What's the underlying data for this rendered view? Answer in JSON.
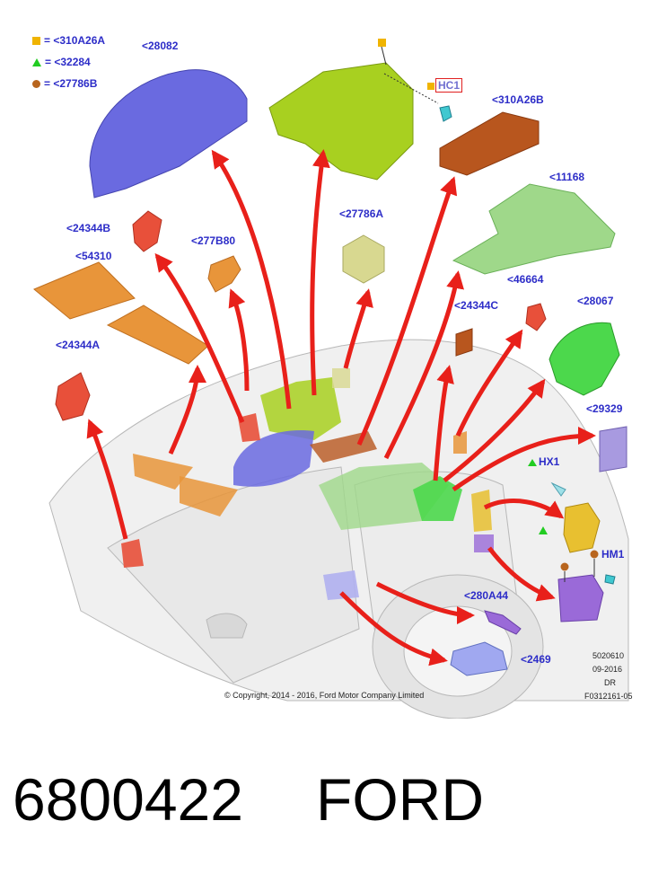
{
  "legend": [
    {
      "symbol": "square",
      "color": "#f0b400",
      "label": "= <310A26A"
    },
    {
      "symbol": "triangle",
      "color": "#22cc22",
      "label": "= <32284"
    },
    {
      "symbol": "circle",
      "color": "#b8651e",
      "label": "= <27786B"
    }
  ],
  "parts": {
    "p28082": "<28082",
    "hc1": "HC1",
    "p310A26B": "<310A26B",
    "p27786A": "<27786A",
    "p11168": "<11168",
    "p24344B": "<24344B",
    "p277B80": "<277B80",
    "p54310": "<54310",
    "p46664": "<46664",
    "p24344C": "<24344C",
    "p28067": "<28067",
    "p24344A": "<24344A",
    "p29329": "<29329",
    "hx1": "HX1",
    "hm1": "HM1",
    "p280A44": "<280A44",
    "p2469": "<2469"
  },
  "colors": {
    "arrow": "#e8201a",
    "blue_part": "#6a6ae0",
    "green_part": "#a8d020",
    "orange_part": "#e8953a",
    "brown_part": "#b8561e",
    "light_green": "#9fd88a",
    "bright_green": "#4cd84c",
    "red_part": "#e8503a",
    "purple_part": "#9a6ad8",
    "yellow_part": "#e8c030"
  },
  "footer": {
    "copyright": "© Copyright, 2014 - 2016, Ford Motor Company Limited",
    "code1": "5020610",
    "code2": "09-2016",
    "code3": "DR",
    "code4": "F0312161-05"
  },
  "caption": {
    "part_number": "6800422",
    "brand": "FORD"
  }
}
